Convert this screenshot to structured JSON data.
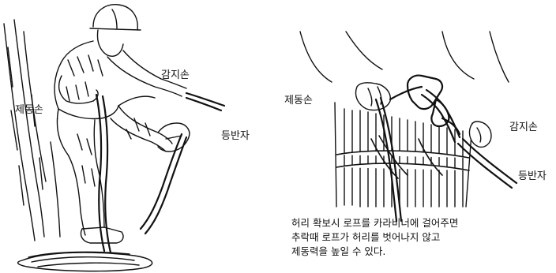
{
  "left_figure": {
    "label_guide_hand": "감지손",
    "label_brake_hand": "제동손",
    "label_climber": "등반자"
  },
  "right_figure": {
    "label_brake_hand": "제동손",
    "label_guide_hand": "감지손",
    "label_climber": "등반자"
  },
  "caption": {
    "line1": "허리 확보시 로프를 카라비너에 걸어주면",
    "line2": "추락때 로프가 허리를 벗어나지 않고",
    "line3": "제동력을 높일 수 있다."
  },
  "colors": {
    "ink": "#111111",
    "background": "#ffffff"
  }
}
